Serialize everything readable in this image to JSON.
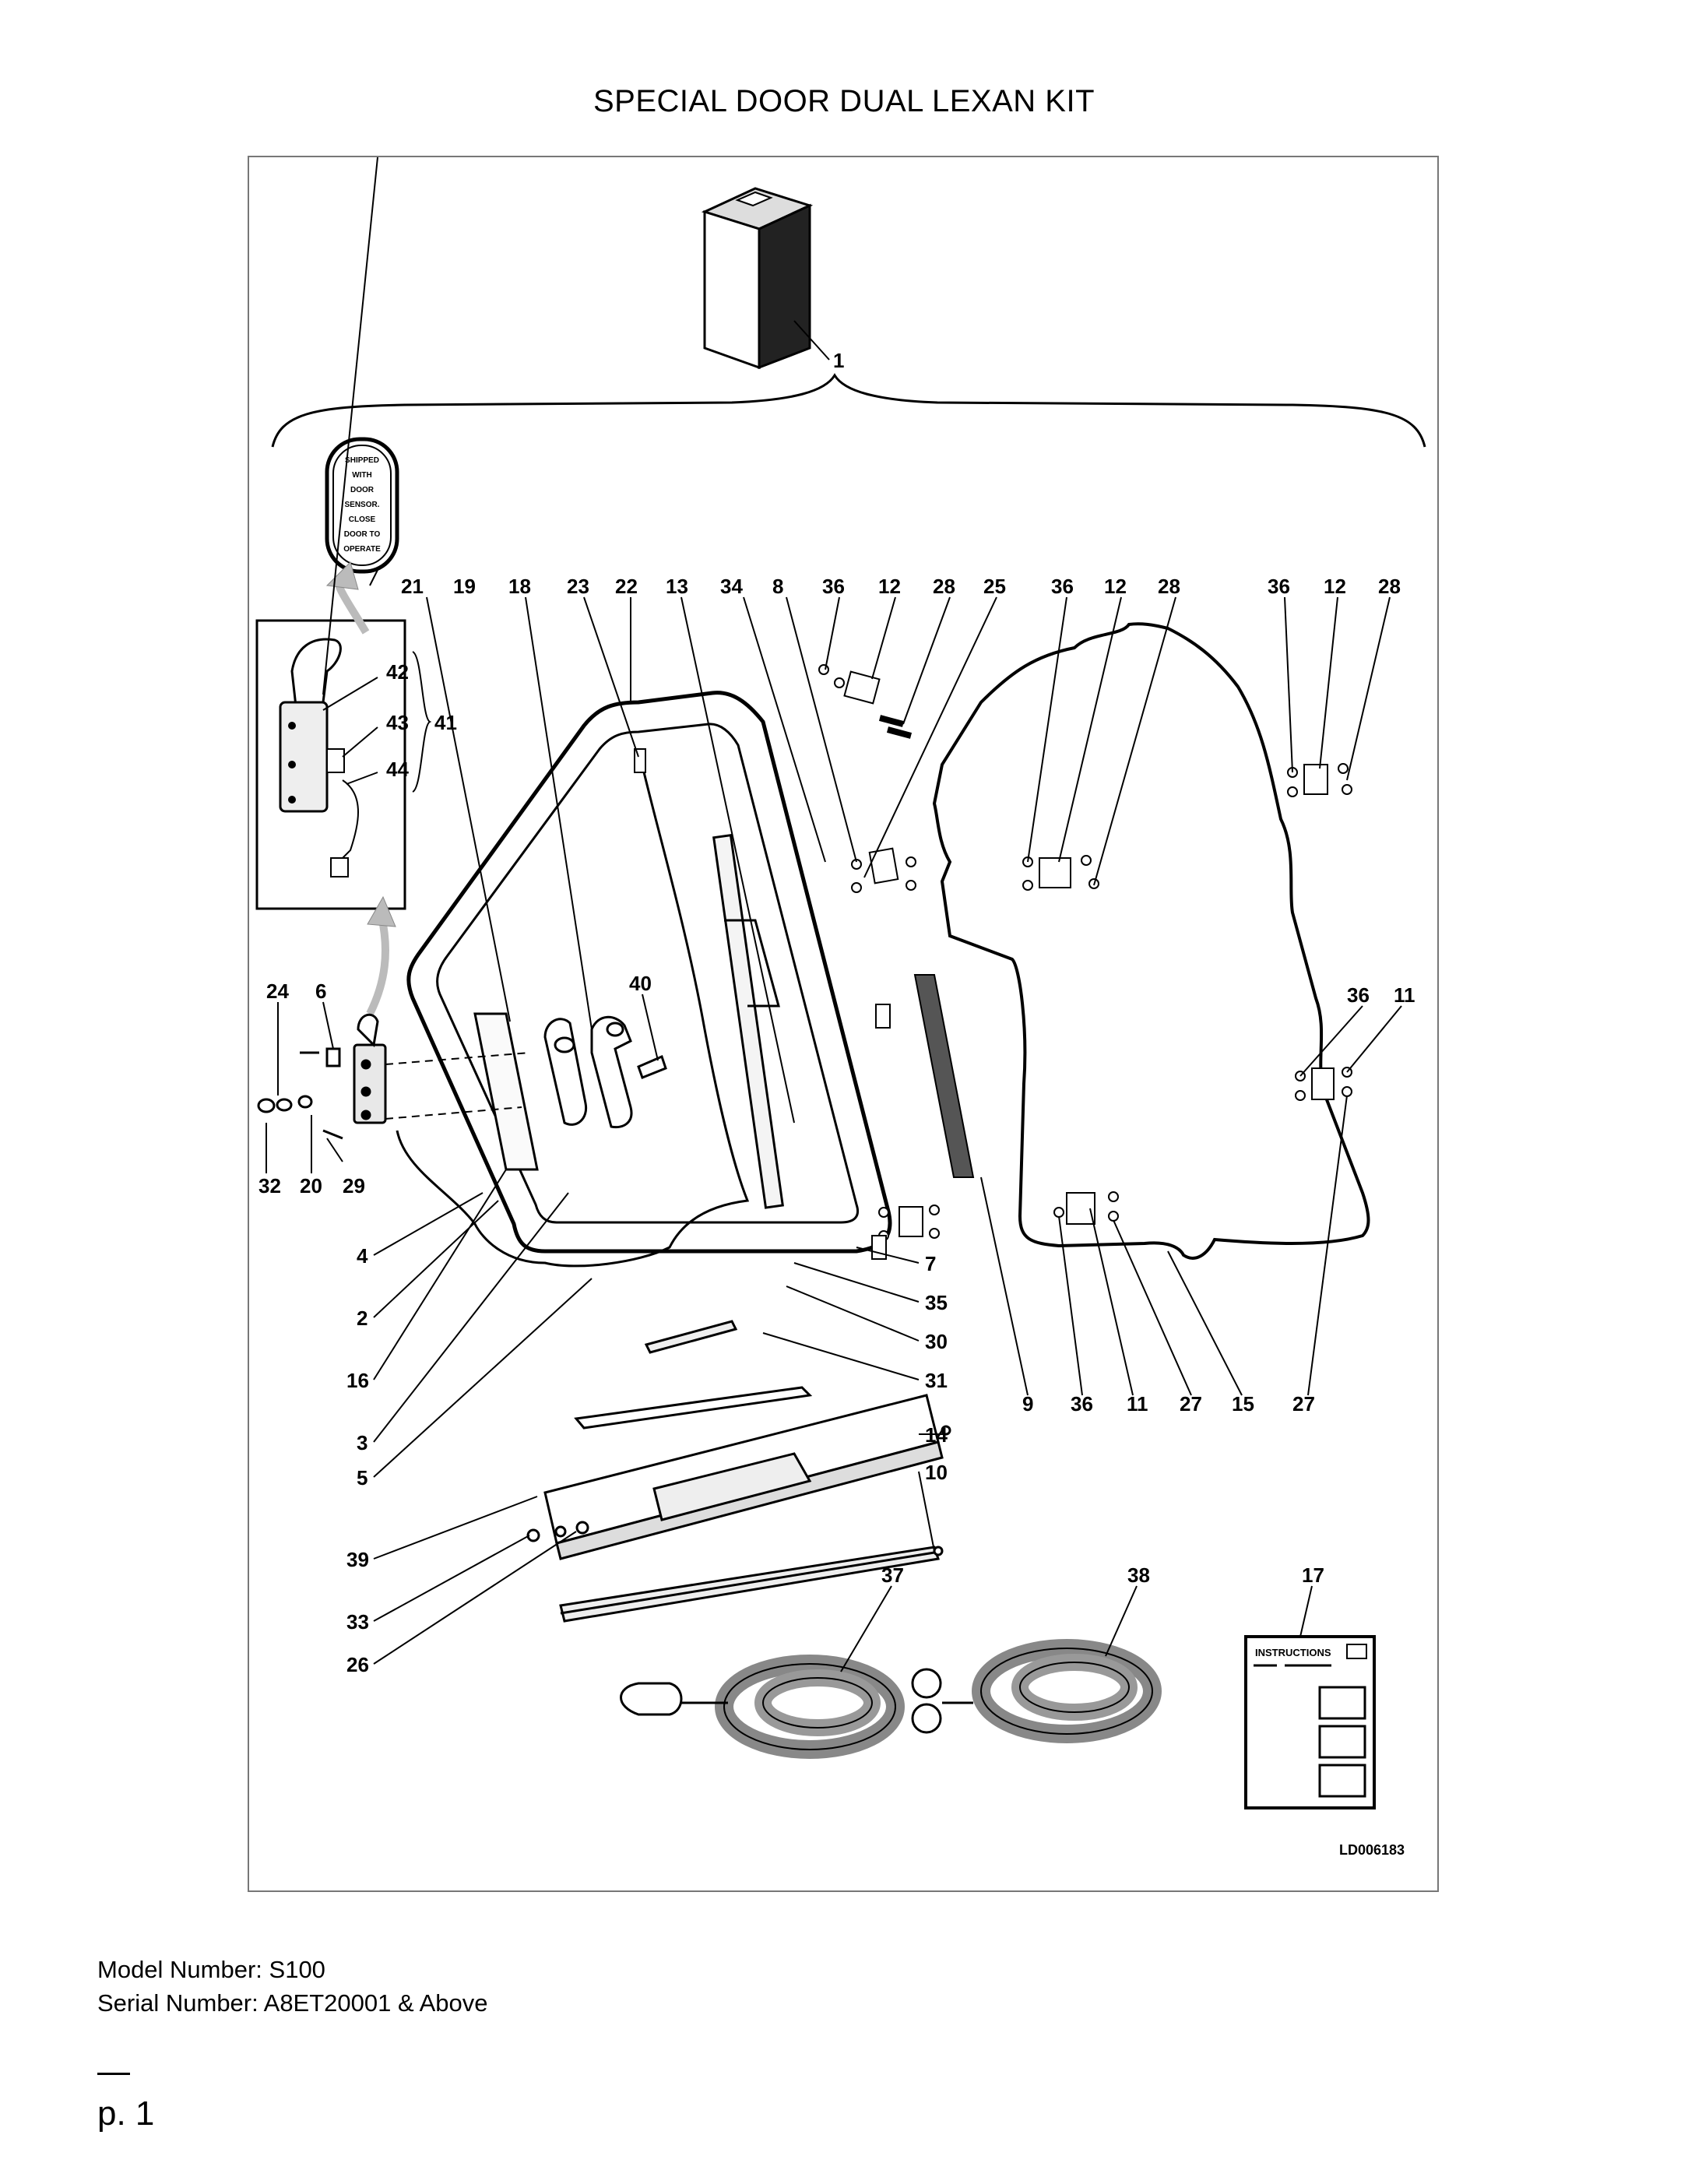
{
  "title": "SPECIAL DOOR DUAL LEXAN KIT",
  "diagram": {
    "reference_code": "LD006183",
    "decal_text": [
      "SHIPPED",
      "WITH",
      "DOOR",
      "SENSOR.",
      "CLOSE",
      "DOOR TO",
      "OPERATE"
    ],
    "instructions_label": "INSTRUCTIONS",
    "callouts": {
      "c1": "1",
      "c21": "21",
      "c19": "19",
      "c18": "18",
      "c23": "23",
      "c22": "22",
      "c13": "13",
      "c34": "34",
      "c8": "8",
      "c36a": "36",
      "c12a": "12",
      "c28a": "28",
      "c25": "25",
      "c36b": "36",
      "c12b": "12",
      "c28b": "28",
      "c36c": "36",
      "c12c": "12",
      "c28c": "28",
      "c42": "42",
      "c43": "43",
      "c41": "41",
      "c44": "44",
      "c40": "40",
      "c24": "24",
      "c6": "6",
      "c36d": "36",
      "c11a": "11",
      "c32": "32",
      "c20": "20",
      "c29": "29",
      "c4": "4",
      "c2": "2",
      "c16": "16",
      "c3": "3",
      "c5": "5",
      "c7": "7",
      "c35": "35",
      "c30": "30",
      "c31": "31",
      "c14": "14",
      "c10": "10",
      "c9": "9",
      "c36e": "36",
      "c11b": "11",
      "c27a": "27",
      "c15": "15",
      "c27b": "27",
      "c39": "39",
      "c33": "33",
      "c26": "26",
      "c37": "37",
      "c38": "38",
      "c17": "17"
    }
  },
  "model_line": "Model Number: S100",
  "serial_line": "Serial Number: A8ET20001 & Above",
  "page_label": "p. 1"
}
